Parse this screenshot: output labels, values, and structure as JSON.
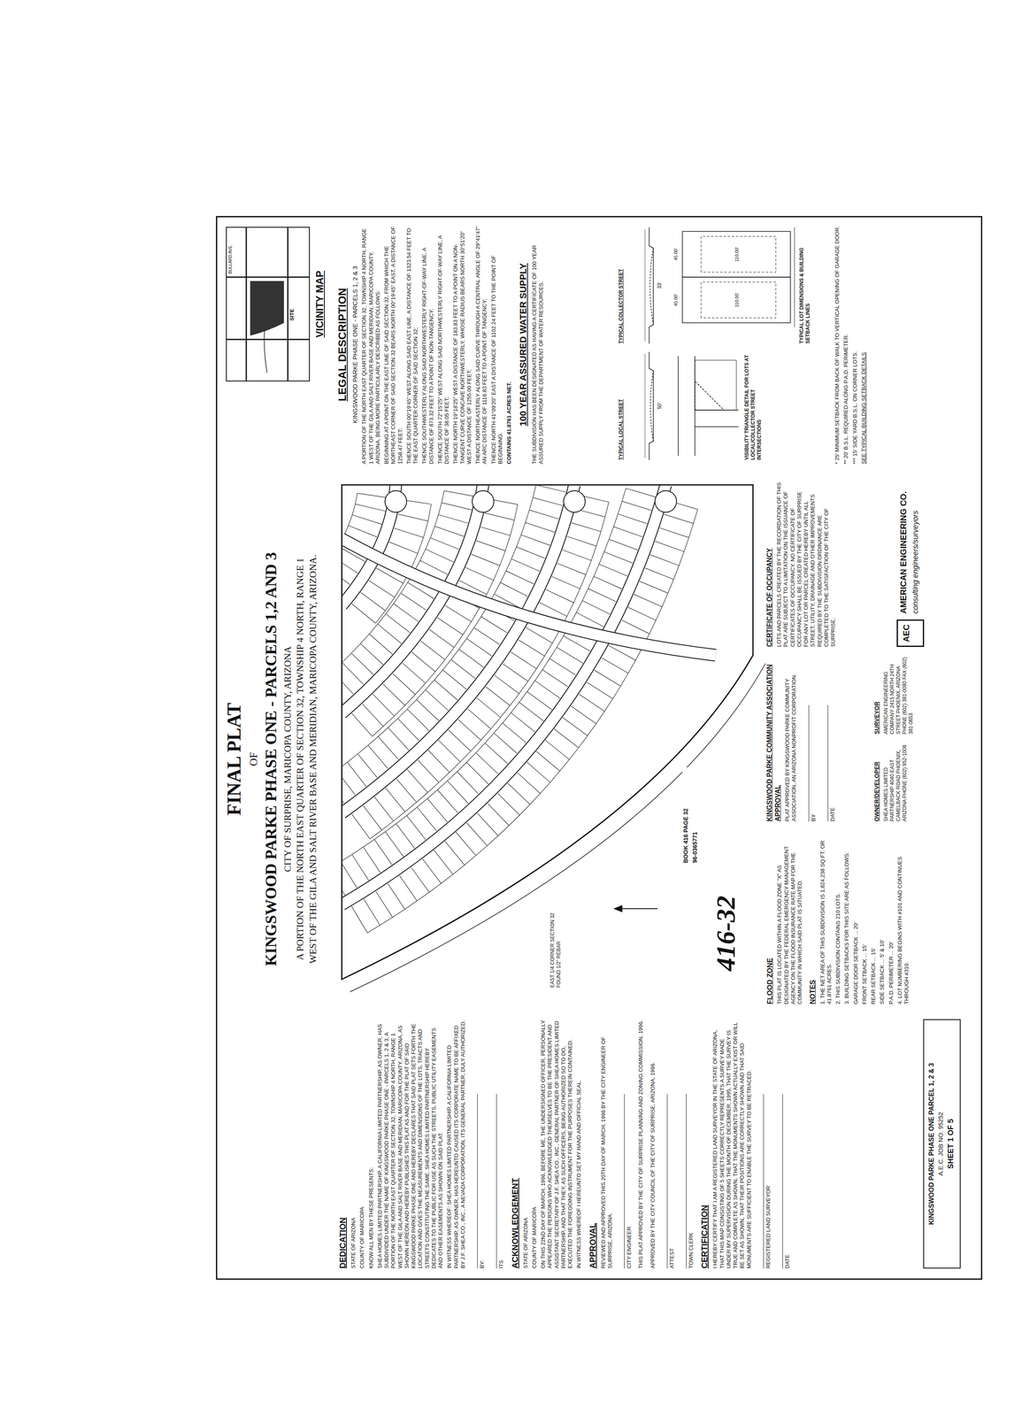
{
  "diagram": {
    "title": "FINAL PLAT",
    "nodes": [
      {
        "text": [
          "KINGSWOOD PARKE PHASE ONE PARCEL 1, 2 & 3",
          "A.E.C. JOB NO. 95252",
          "SHEET 1 OF 5"
        ]
      },
      {
        "text": [
          "AEC"
        ]
      }
    ],
    "labels": [
      "OF",
      "KINGSWOOD PARKE PHASE ONE - PARCELS 1,2 AND 3",
      "CITY OF SURPRISE, MARICOPA COUNTY, ARIZONA",
      "A PORTION OF THE NORTH EAST QUARTER OF SECTION 32, TOWNSHIP 4 NORTH, RANGE 1",
      "WEST OF THE GILA AND SALT RIVER BASE AND MERIDIAN, MARICOPA COUNTY, ARIZONA.",
      "VICINITY MAP",
      "BULLARD AVE.",
      "SITE",
      "LEGAL DESCRIPTION",
      "KINGSWOOD PARKE PHASE ONE - PARCELS 1, 2 & 3",
      "A PORTION OF THE NORTH EAST QUARTER OF SECTION 32, TOWNSHIP 4 NORTH, RANGE 1 WEST OF THE GILA AND SALT RIVER BASE AND MERIDIAN, MARICOPA COUNTY, ARIZONA, BEING MORE PARTICULARLY DESCRIBED AS FOLLOWS:",
      "BEGINNING AT A POINT ON THE EAST LINE OF SAID SECTION 32, FROM WHICH THE NORTHEAST CORNER OF SAID SECTION 32 BEARS NORTH 00°19'45\" EAST, A DISTANCE OF 1258.47 FEET;",
      "THENCE SOUTH 00°19'45\" WEST ALONG SAID EAST LINE, A DISTANCE OF 1323.54 FEET TO THE EAST QUARTER CORNER OF SAID SECTION 32;",
      "THENCE SOUTHWESTERLY ALONG SAID NORTHWESTERLY RIGHT-OF-WAY LINE, A DISTANCE OF 873.32 FEET TO A POINT OF NON-TANGENCY;",
      "THENCE SOUTH 72°15'25\" WEST ALONG SAID NORTHWESTERLY RIGHT-OF-WAY LINE, A DISTANCE OF 38.05 FEET;",
      "THENCE NORTH 19°18'25\" WEST A DISTANCE OF 183.83 FEET TO A POINT ON A NON-TANGENT CURVE CONCAVE NORTHWESTERLY, WHOSE RADIUS BEARS NORTH 30°51'20\" WEST A DISTANCE OF 1255.00 FEET;",
      "THENCE NORTHEASTERLY ALONG SAID CURVE THROUGH A CENTRAL ANGLE OF 29°41'47\" AN ARC DISTANCE OF 1116.83 FEET TO A POINT OF TANGENCY;",
      "THENCE NORTH 41°09'20\" EAST A DISTANCE OF 1102.24 FEET TO THE POINT OF BEGINNING.",
      "CONTAINS 41.8761 ACRES NET.",
      "100 YEAR ASSURED WATER SUPPLY",
      "THE SUBDIVISION HAS BEEN DESIGNATED AS HAVING A CERTIFICATE OF 100 YEAR ASSURED SUPPLY FROM THE DEPARTMENT OF WATER RESOURCES.",
      "TYPICAL COLLECTOR STREET",
      "TYPICAL LOCAL STREET",
      "VISIBILITY TRIANGLE DETAIL FOR LOTS AT LOCAL/COLLECTOR STREET INTERSECTIONS",
      "TYPICAL LOT DIMENSIONS & BUILDING SETBACK LINES",
      "110.00'",
      "110.00'",
      "45.00'",
      "45.00'",
      "50'",
      "33'",
      "* 25' MINIMUM SETBACK FROM BACK OF WALK TO VERTICAL OPENING OF GARAGE DOOR.",
      "** 20' B.S.L. REQUIRED ALONG P.A.D. PERIMETER.",
      "*** 15' SIDE YARD B.S.L. ON CORNER LOTS.",
      "SEE TYPICAL BUILDING SETBACK DETAILS",
      "EAST 1/4 CORNER SECTION 32 FOUND 1/2\" REBAR",
      "BOOK 416 PAGE 32",
      "96-0365771",
      "416-32",
      "FLOOD ZONE",
      "THIS PLAT IS LOCATED WITHIN A FLOOD ZONE \"X\" AS DESIGNATED BY THE FEDERAL EMERGENCY MANAGEMENT AGENCY ON THE FLOOD INSURANCE RATE MAP FOR THE COMMUNITY IN WHICH SAID PLAT IS SITUATED.",
      "NOTES",
      "1. THE NET AREA OF THIS SUBDIVISION IS 1,824,238 SQ.FT. OR 41.8761 ACRES.",
      "2. THIS SUBDIVISION CONTAINS 210 LOTS.",
      "3. BUILDING SETBACKS FOR THIS SITE ARE AS FOLLOWS:",
      "GARAGE DOOR SETBACK ... 20'",
      "FRONT SETBACK ... 15'",
      "REAR SETBACK ... 15'",
      "SIDE SETBACK ... 5' & 10'",
      "P.A.D. PERIMETER ... 20'",
      "4. LOT NUMBERING BEGINS WITH #101 AND CONTINUES THROUGH #310.",
      "KINGSWOOD PARKE COMMUNITY ASSOCIATION APPROVAL",
      "PLAT APPROVED BY KINGSWOOD PARKE COMMUNITY ASSOCIATION, AN ARIZONA NONPROFIT CORPORATION.",
      "BY",
      "DATE",
      "CERTIFICATE OF OCCUPANCY",
      "LOTS AND PARCELS CREATED BY THE RECORDATION OF THIS PLAT ARE SUBJECT TO A LIMITATION ON THE ISSUANCE OF CERTIFICATES OF OCCUPANCY. NO CERTIFICATE OF OCCUPANCY SHALL BE ISSUED BY THE CITY OF SURPRISE FOR ANY LOT OR PARCEL CREATED HEREBY UNTIL ALL STREET, UTILITY, DRAINAGE AND OTHER IMPROVEMENTS REQUIRED BY THE SUBDIVISION ORDINANCE ARE COMPLETED TO THE SATISFACTION OF THE CITY OF SURPRISE.",
      "OWNER/DEVELOPER",
      "SHEA HOMES LIMITED PARTNERSHIP 4040 EAST CAMELBACK ROAD PHOENIX, ARIZONA PHONE (602) 952-1008",
      "SURVEYOR",
      "AMERICAN ENGINEERING COMPANY 2415 NORTH 24TH STREET PHOENIX, ARIZONA PHONE (602) 381-0080 FAX (602) 381-0653",
      "AMERICAN ENGINEERING CO.",
      "consulting engineers/surveyors",
      "DEDICATION",
      "STATE OF ARIZONA",
      "COUNTY OF MARICOPA",
      "KNOW ALL MEN BY THESE PRESENTS:",
      "SHEA HOMES LIMITED PARTNERSHIP, A CALIFORNIA LIMITED PARTNERSHIP, AS OWNER, HAS SUBDIVIDED UNDER THE NAME OF KINGSWOOD PARKE PHASE ONE - PARCELS 1, 2 & 3, A PORTION OF THE NORTH EAST QUARTER OF SECTION 32, TOWNSHIP 4 NORTH, RANGE 1 WEST OF THE GILA AND SALT RIVER BASE AND MERIDIAN, MARICOPA COUNTY, ARIZONA, AS SHOWN HEREON AND HEREBY PUBLISHES THIS PLAT AS AND FOR THE PLAT OF SAID KINGSWOOD PARKE PHASE ONE AND HEREBY DECLARES THAT SAID PLAT SETS FORTH THE LOCATION AND GIVES THE MEASUREMENTS AND DIMENSIONS OF THE LOTS, TRACTS AND STREETS CONSTITUTING THE SAME. SHEA HOMES LIMITED PARTNERSHIP HEREBY DEDICATES TO THE PUBLIC FOR USE AS SUCH THE STREETS, PUBLIC UTILITY EASEMENTS AND OTHER EASEMENTS AS SHOWN ON SAID PLAT.",
      "IN WITNESS WHEREOF: SHEA HOMES LIMITED PARTNERSHIP, A CALIFORNIA LIMITED PARTNERSHIP, AS OWNER, HAS HEREUNTO CAUSED ITS CORPORATE NAME TO BE AFFIXED BY J.F. SHEA CO., INC., A NEVADA CORPORATION, ITS GENERAL PARTNER, DULY AUTHORIZED.",
      "BY:",
      "ITS",
      "ACKNOWLEDGEMENT",
      "STATE OF ARIZONA",
      "COUNTY OF MARICOPA",
      "ON THIS 22ND DAY OF MARCH, 1996, BEFORE ME, THE UNDERSIGNED OFFICER, PERSONALLY APPEARED THE PERSONS WHO ACKNOWLEDGED THEMSELVES TO BE THE PRESIDENT AND ASSISTANT SECRETARY OF J.F. SHEA CO., INC., GENERAL PARTNER OF SHEA HOMES LIMITED PARTNERSHIP, AND THAT THEY, AS SUCH OFFICERS, BEING AUTHORIZED SO TO DO, EXECUTED THE FOREGOING INSTRUMENT FOR THE PURPOSES THEREIN CONTAINED.",
      "IN WITNESS WHEREOF I HEREUNTO SET MY HAND AND OFFICIAL SEAL.",
      "APPROVAL",
      "REVIEWED AND APPROVED THIS 20TH DAY OF MARCH, 1996 BY THE CITY ENGINEER OF SURPRISE, ARIZONA.",
      "CITY ENGINEER",
      "THIS PLAT APPROVED BY THE CITY OF SURPRISE PLANNING AND ZONING COMMISSION, 1996.",
      "APPROVED BY THE CITY COUNCIL OF THE CITY OF SURPRISE, ARIZONA, 1996.",
      "ATTEST",
      "TOWN CLERK",
      "CERTIFICATION",
      "I HEREBY CERTIFY THAT I AM A REGISTERED LAND SURVEYOR IN THE STATE OF ARIZONA, THAT THIS MAP CONSISTING OF 5 SHEETS CORRECTLY REPRESENTS A SURVEY MADE UNDER MY SUPERVISION DURING THE MONTH OF DECEMBER, 1995, THAT THE SURVEY IS TRUE AND COMPLETE AS SHOWN, THAT THE MONUMENTS SHOWN ACTUALLY EXIST OR WILL BE SET AS SHOWN, THAT THEIR POSITIONS ARE CORRECTLY SHOWN AND THAT SAID MONUMENTS ARE SUFFICIENT TO ENABLE THE SURVEY TO BE RETRACED.",
      "REGISTERED LAND SURVEYOR",
      "DATE"
    ]
  }
}
